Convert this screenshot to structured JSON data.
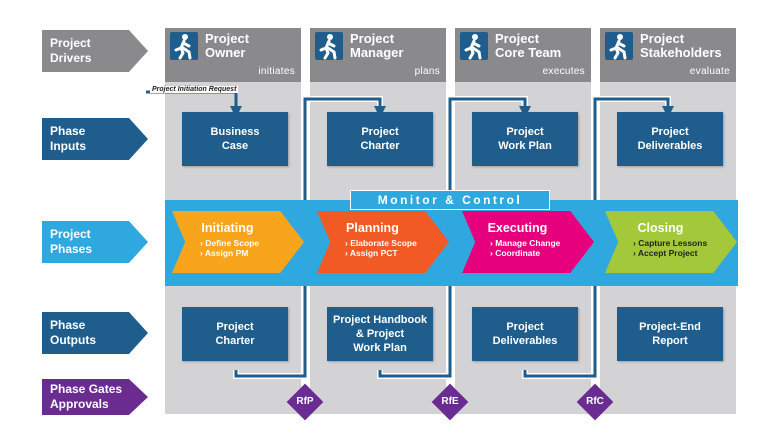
{
  "row_labels": {
    "drivers": "Project\nDrivers",
    "inputs": "Phase\nInputs",
    "phases": "Project\nPhases",
    "outputs": "Phase\nOutputs",
    "gates": "Phase Gates\nApprovals"
  },
  "columns": [
    {
      "name": "Project\nOwner",
      "verb": "initiates",
      "input": "Business\nCase",
      "output": "Project\nCharter"
    },
    {
      "name": "Project\nManager",
      "verb": "plans",
      "input": "Project\nCharter",
      "output": "Project Handbook\n& Project\nWork Plan"
    },
    {
      "name": "Project\nCore Team",
      "verb": "executes",
      "input": "Project\nWork Plan",
      "output": "Project\nDeliverables"
    },
    {
      "name": "Project\nStakeholders",
      "verb": "evaluate",
      "input": "Project\nDeliverables",
      "output": "Project-End\nReport"
    }
  ],
  "monitor_label": "Monitor & Control",
  "phases": [
    {
      "title": "Initiating",
      "items": [
        "Define Scope",
        "Assign PM"
      ],
      "color": "#f8a51b"
    },
    {
      "title": "Planning",
      "items": [
        "Elaborate Scope",
        "Assign PCT"
      ],
      "color": "#f15a24"
    },
    {
      "title": "Executing",
      "items": [
        "Manage Change",
        "Coordinate"
      ],
      "color": "#e6007e"
    },
    {
      "title": "Closing",
      "items": [
        "Capture Lessons",
        "Accept Project"
      ],
      "color": "#a3c839"
    }
  ],
  "gates": [
    "RfP",
    "RfE",
    "RfC"
  ],
  "initiation_request": "Project Initiation Request",
  "colors": {
    "driver_label": "#8a8a8d",
    "dark_blue": "#1f5e8c",
    "light_blue": "#2fa8e0",
    "purple": "#6b2c91",
    "column_bg": "#d3d3d6"
  }
}
